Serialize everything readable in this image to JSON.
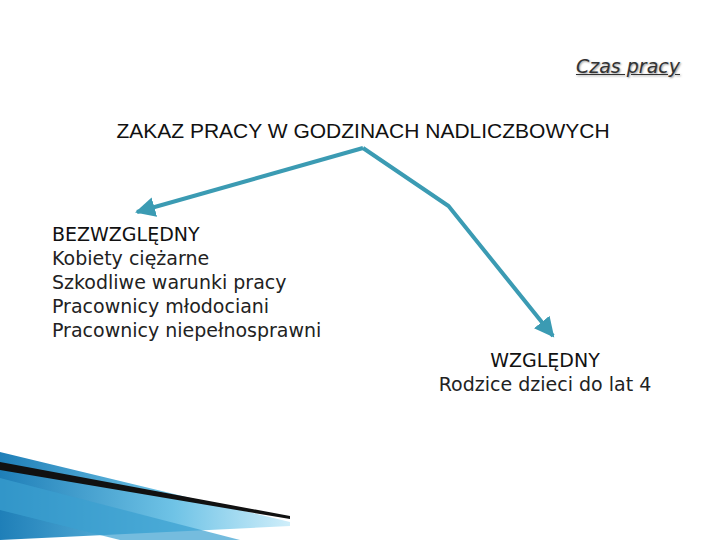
{
  "diagram": {
    "title": "Czas pracy",
    "nodes": [
      {
        "text": [
          "ZAKAZ PRACY W GODZINACH NADLICZBOWYCH"
        ]
      },
      {
        "text": [
          "BEZWZGLĘDNY",
          "Kobiety ciężarne",
          "Szkodliwe warunki pracy",
          "Pracownicy młodociani",
          "Pracownicy niepełnosprawni"
        ]
      },
      {
        "text": [
          "WZGLĘDNY",
          "Rodzice dzieci do lat 4"
        ]
      }
    ],
    "edges": [
      {
        "from": 0,
        "to": 1,
        "arrow": "to"
      },
      {
        "from": 0,
        "to": 2,
        "arrow": "to"
      }
    ]
  }
}
